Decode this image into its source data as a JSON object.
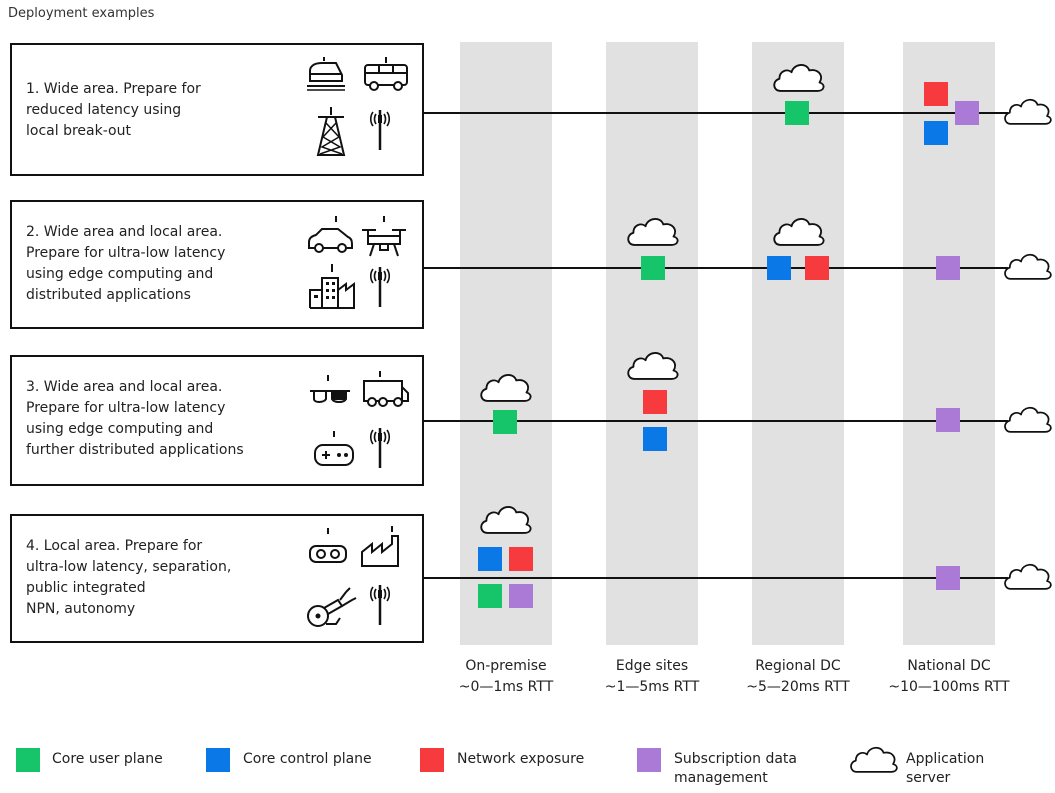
{
  "title": "Deployment examples",
  "scenarios": [
    {
      "line1": "1. Wide area. Prepare for",
      "line2": "reduced latency using",
      "line3": "local break-out",
      "line4": ""
    },
    {
      "line1": "2. Wide area and local area.",
      "line2": "Prepare for ultra-low latency",
      "line3": "using edge computing and",
      "line4": "distributed applications"
    },
    {
      "line1": "3. Wide area and local area.",
      "line2": "Prepare for ultra-low latency",
      "line3": "using edge computing and",
      "line4": "further distributed applications"
    },
    {
      "line1": "4. Local area. Prepare for",
      "line2": "ultra-low latency, separation,",
      "line3": "public integrated",
      "line4": "NPN, autonomy"
    }
  ],
  "columns": [
    {
      "name": "On-premise",
      "latency": "~0—1ms RTT"
    },
    {
      "name": "Edge sites",
      "latency": "~1—5ms RTT"
    },
    {
      "name": "Regional DC",
      "latency": "~5—20ms RTT"
    },
    {
      "name": "National DC",
      "latency": "~10—100ms RTT"
    }
  ],
  "legend": {
    "user_plane": "Core user plane",
    "control_plane": "Core control plane",
    "exposure": "Network exposure",
    "subscription_line1": "Subscription data",
    "subscription_line2": "management",
    "app_server_line1": "Application",
    "app_server_line2": "server"
  },
  "colors": {
    "user_plane": "#16c46a",
    "control_plane": "#0a78e6",
    "exposure": "#f73a3e",
    "subscription": "#ab79d6",
    "column_band": "#e1e1e1"
  },
  "icons": [
    "train-icon",
    "bus-icon",
    "tower-icon",
    "antenna-icon",
    "car-icon",
    "drone-icon",
    "city-icon",
    "ar-glasses-icon",
    "truck-icon",
    "game-controller-icon",
    "vr-headset-icon",
    "factory-icon",
    "robot-arm-icon",
    "cloud-icon"
  ]
}
